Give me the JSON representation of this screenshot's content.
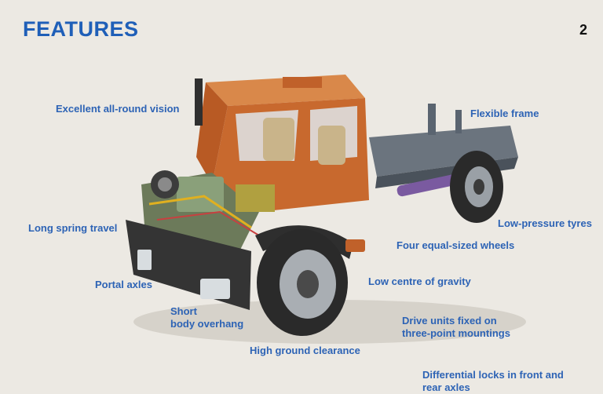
{
  "page": {
    "title": "FEATURES",
    "page_number": "2"
  },
  "labels": {
    "vision": "Excellent all-round vision",
    "frame": "Flexible frame",
    "spring": "Long spring travel",
    "tyres": "Low-pressure tyres",
    "wheels": "Four equal-sized wheels",
    "portal": "Portal axles",
    "gravity": "Low centre of gravity",
    "overhang_1": "Short",
    "overhang_2": "body overhang",
    "drive_1": "Drive units fixed on",
    "drive_2": "three-point mountings",
    "clearance": "High ground clearance",
    "diff_1": "Differential locks in front and",
    "diff_2": "rear axles"
  },
  "colors": {
    "accent": "#2d63b5",
    "title": "#1f5fb8",
    "cab": "#c8692e",
    "frame": "#5a6470",
    "tyre": "#2a2a2a"
  }
}
